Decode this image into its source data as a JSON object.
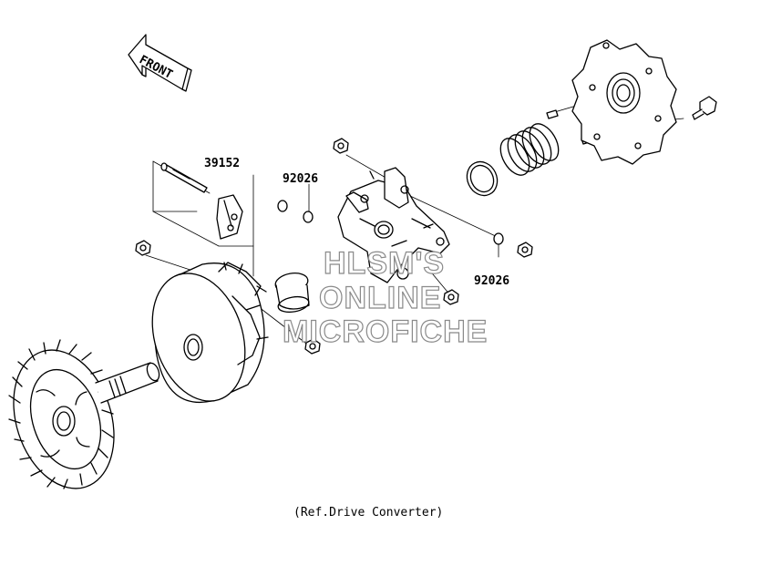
{
  "diagram": {
    "front_arrow_label": "FRONT",
    "part_numbers": {
      "p39152": "39152",
      "p92026_top": "92026",
      "p92026_right": "92026"
    },
    "watermark": {
      "line1": "HLSM'S",
      "line2": "ONLINE",
      "line3": "MICROFICHE"
    },
    "caption": "(Ref.Drive Converter)"
  }
}
